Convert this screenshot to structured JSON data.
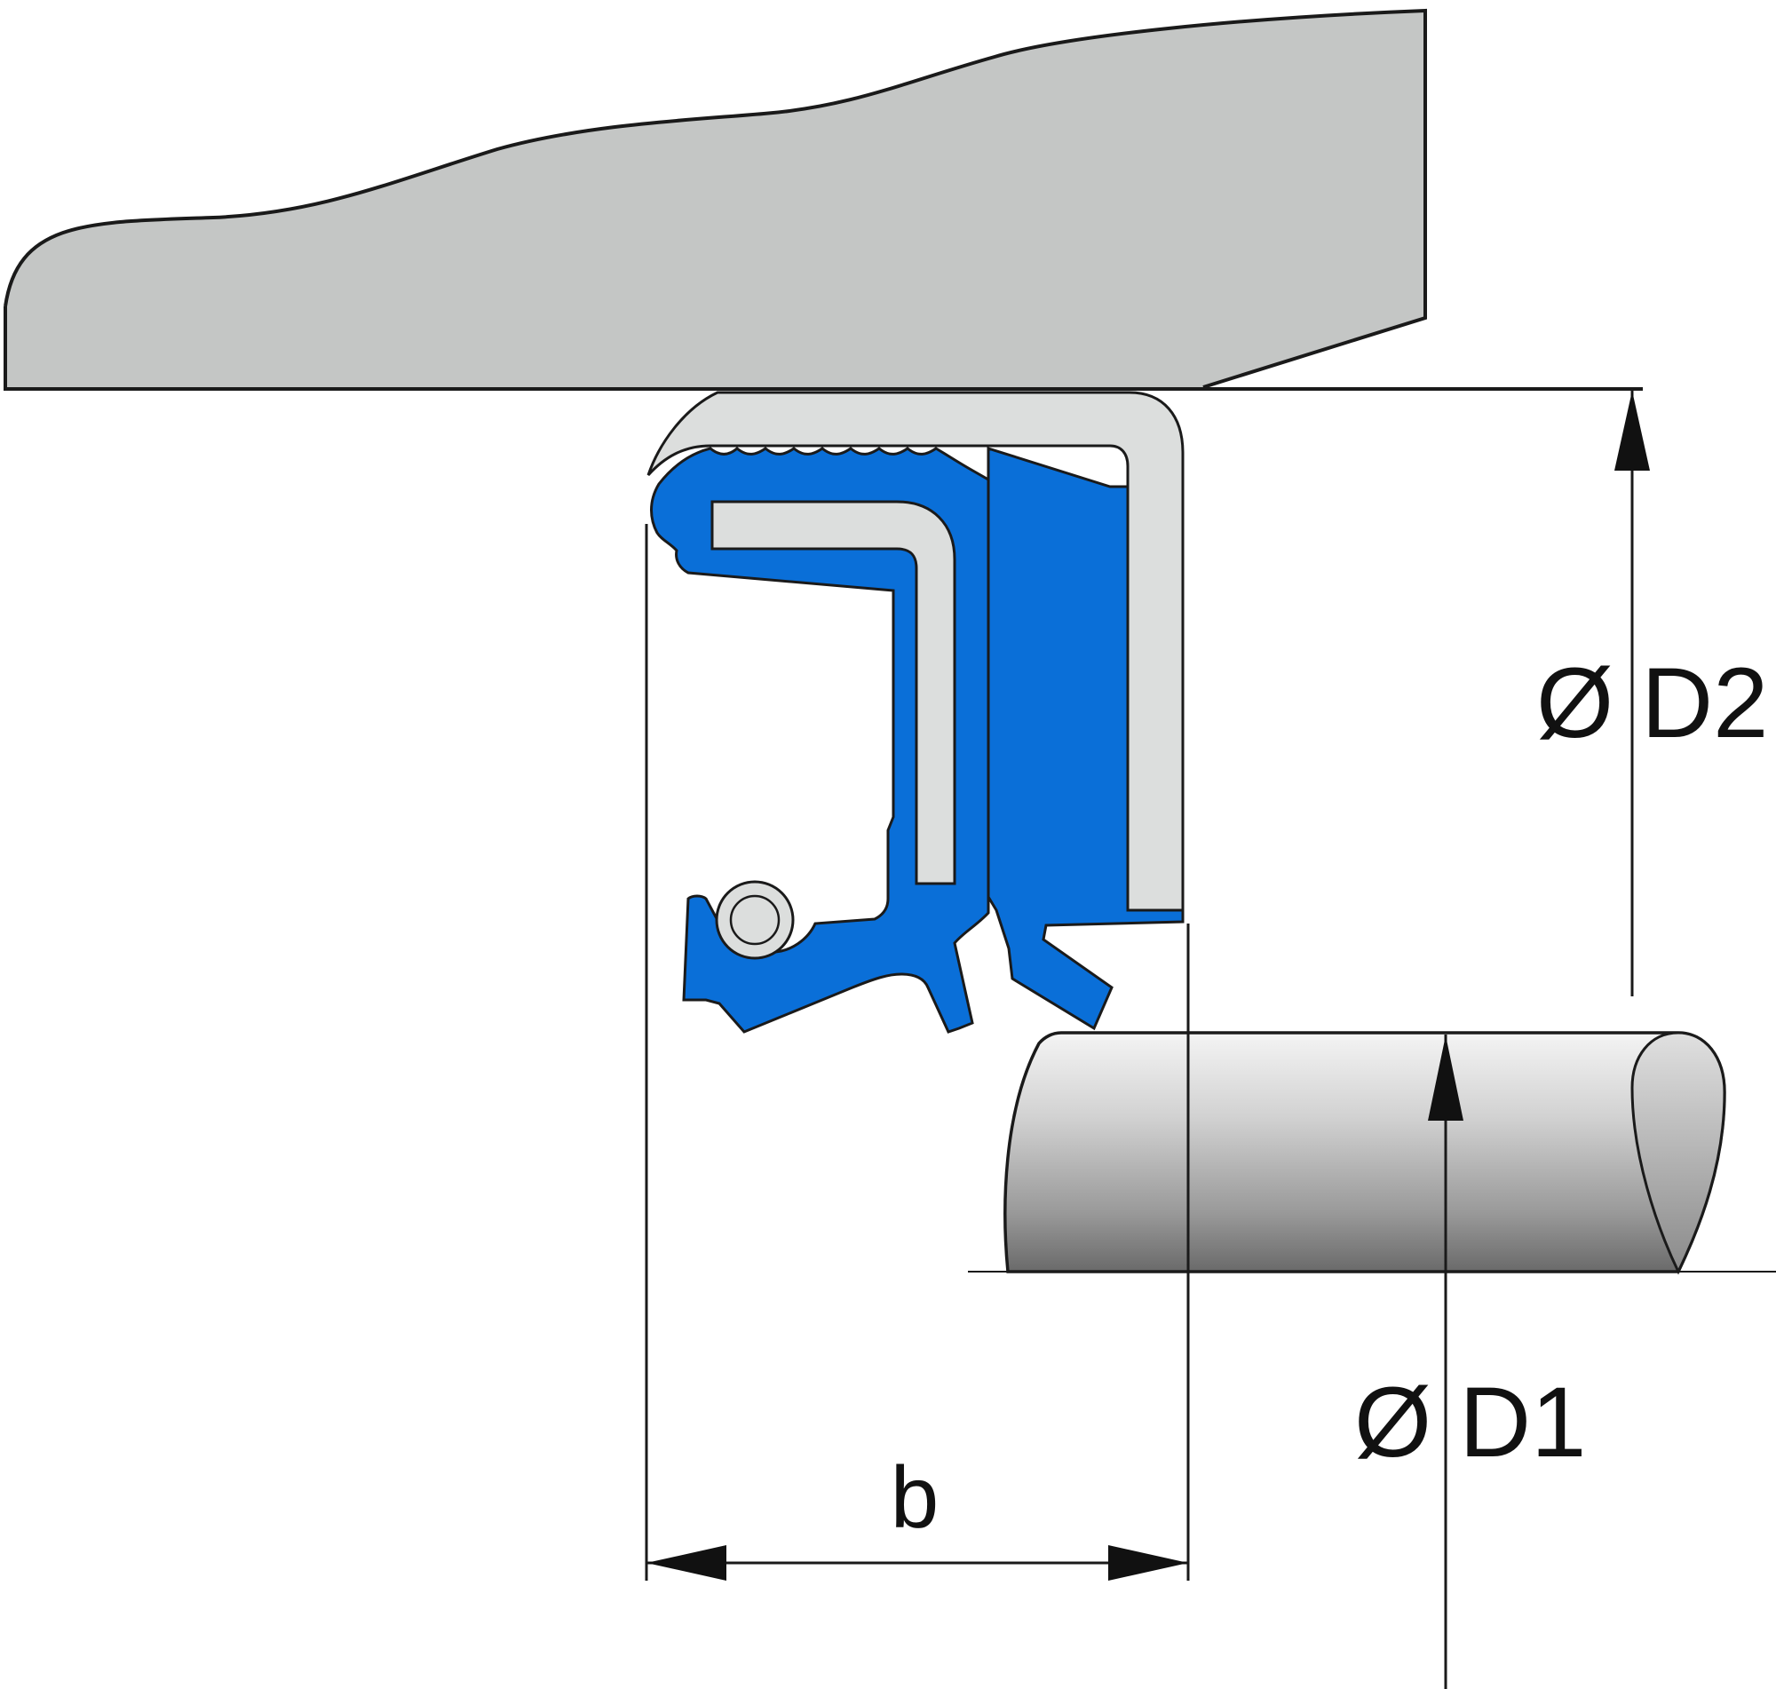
{
  "labels": {
    "d2": "Ø D2",
    "d1": "Ø D1",
    "b": "b"
  },
  "colors": {
    "housing": "#c4c6c5",
    "metal_insert": "#dcdedd",
    "rubber": "#0a6fd8",
    "outline": "#1a1a1a",
    "shaft_light": "#eeeeee",
    "shaft_dark": "#6e6e6e"
  }
}
